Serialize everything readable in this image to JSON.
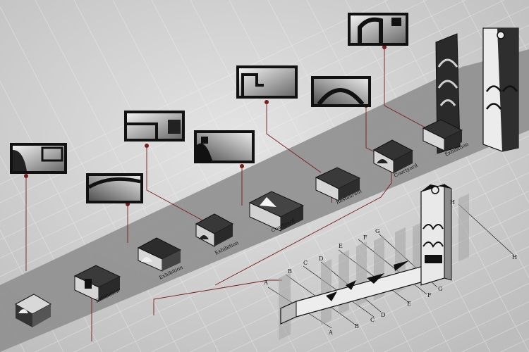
{
  "colors": {
    "background": "#d4d4d4",
    "band": "#8f8f8f",
    "leader_red": "#7a1b1b",
    "frame": "#0d0d0d"
  },
  "room_labels": [
    "Exhibition",
    "Exhibition",
    "Exhibition",
    "Courtyard",
    "Restaurant",
    "Courtyard",
    "Exhibition"
  ],
  "section_letters": [
    "A",
    "B",
    "C",
    "D",
    "E",
    "F",
    "G",
    "H"
  ]
}
